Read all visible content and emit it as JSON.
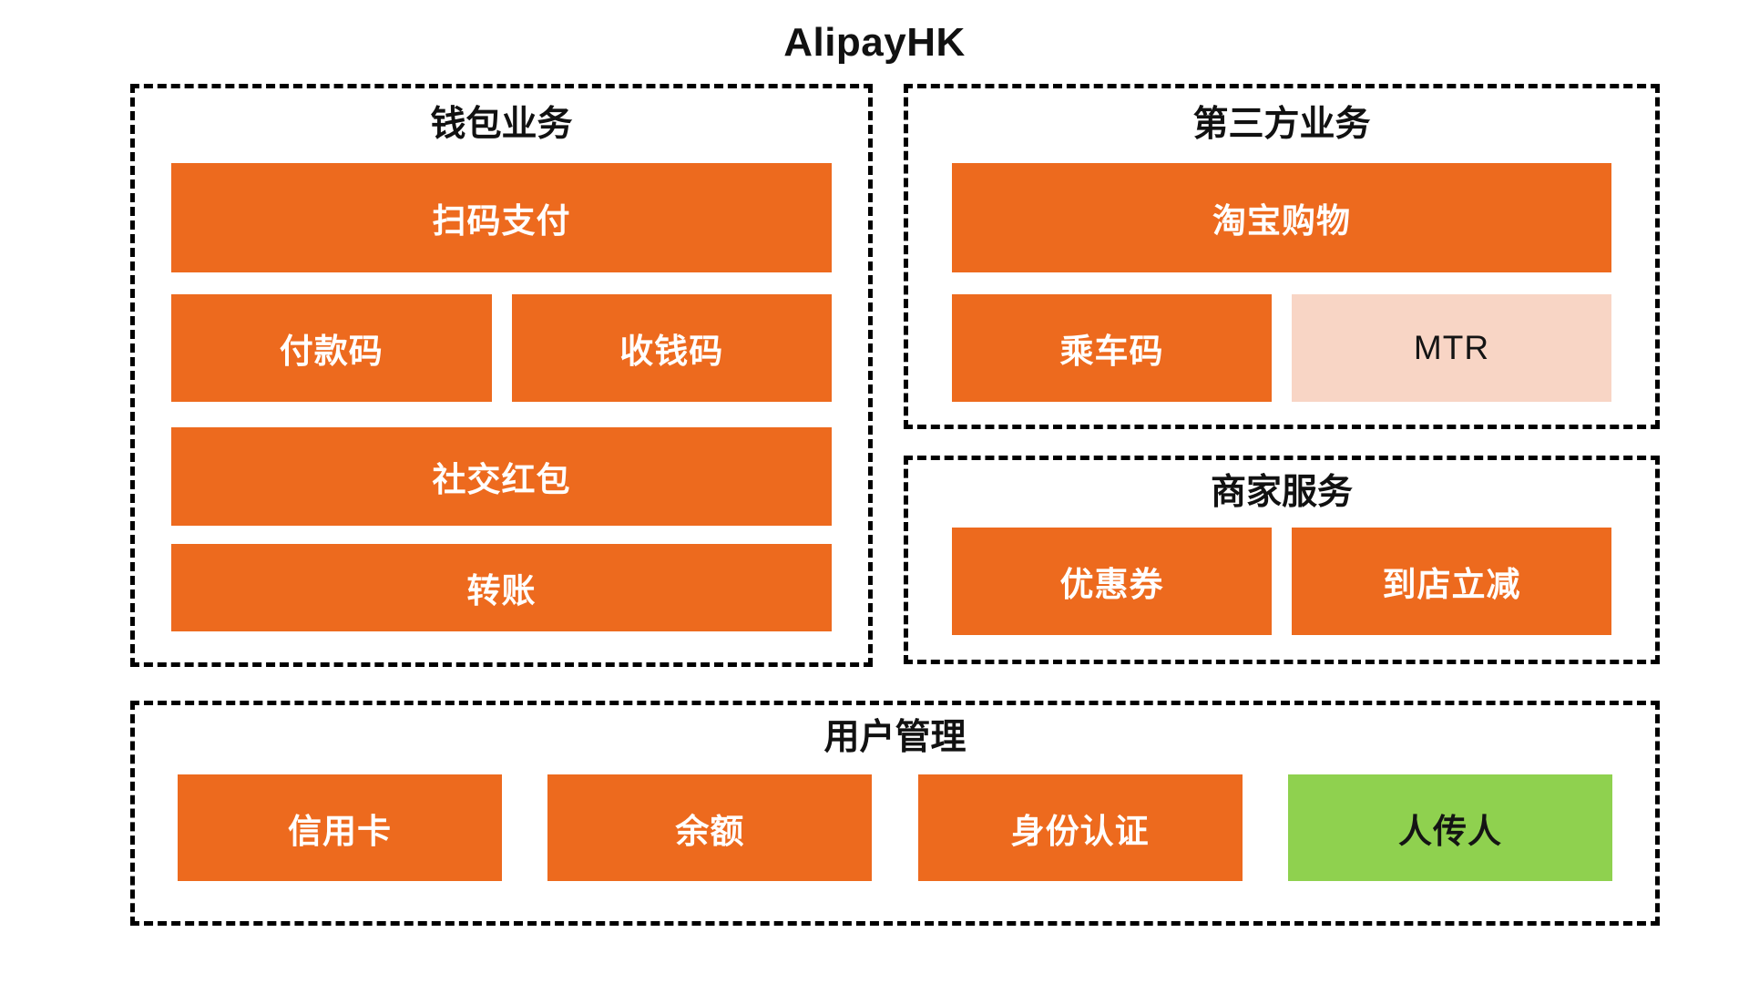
{
  "title": "AlipayHK",
  "colors": {
    "node_orange": "#ED6A1E",
    "mtr_pink": "#F8D5C5",
    "p2p_green": "#8FD14F",
    "border_black": "#000000",
    "text_white": "#FFFFFF",
    "text_black": "#141414"
  },
  "groups": {
    "wallet": {
      "title": "钱包业务",
      "items": {
        "scan_pay": "扫码支付",
        "payment_code": "付款码",
        "receive_code": "收钱码",
        "social_red_packet": "社交红包",
        "transfer": "转账"
      }
    },
    "third_party": {
      "title": "第三方业务",
      "items": {
        "taobao_shopping": "淘宝购物",
        "ride_code": "乘车码",
        "mtr": "MTR"
      }
    },
    "merchant": {
      "title": "商家服务",
      "items": {
        "coupon": "优惠券",
        "instore_discount": "到店立减"
      }
    },
    "user": {
      "title": "用户管理",
      "items": {
        "credit_card": "信用卡",
        "balance": "余额",
        "identity_verification": "身份认证",
        "person_to_person": "人传人"
      }
    }
  }
}
